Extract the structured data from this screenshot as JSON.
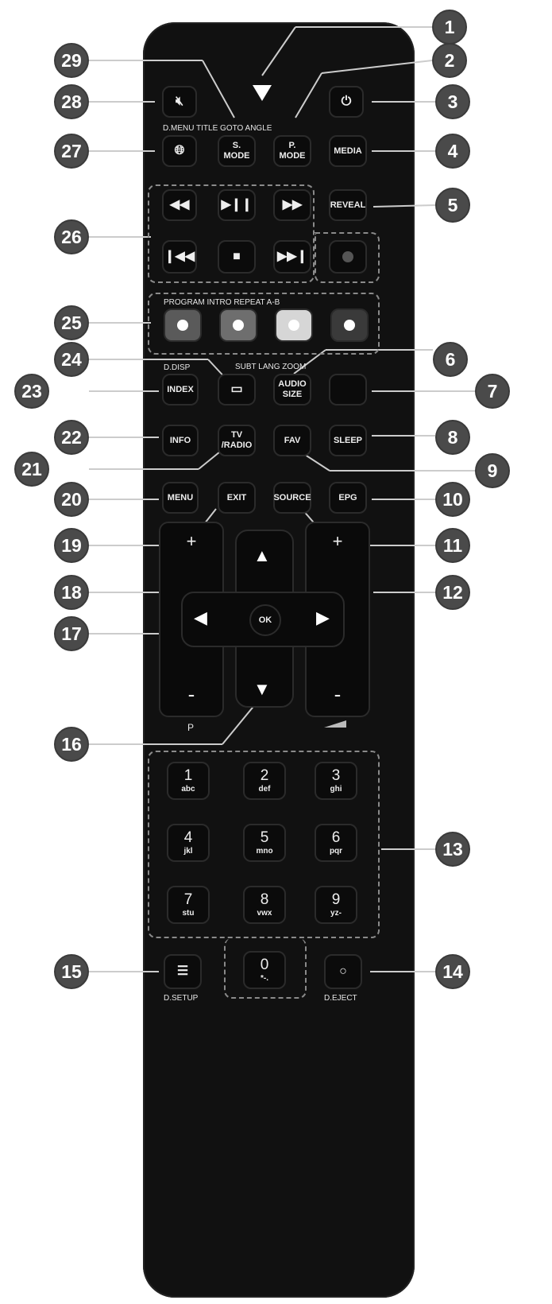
{
  "callouts": [
    "1",
    "2",
    "3",
    "4",
    "5",
    "6",
    "7",
    "8",
    "9",
    "10",
    "11",
    "12",
    "13",
    "14",
    "15",
    "16",
    "17",
    "18",
    "19",
    "20",
    "21",
    "22",
    "23",
    "24",
    "25",
    "26",
    "27",
    "28",
    "29"
  ],
  "row_labels": {
    "dmenu": "D.MENU TITLE GOTO ANGLE",
    "program": "PROGRAM INTRO REPEAT A-B",
    "ddisp": "D.DISP",
    "subt": "SUBT LANG ZOOM"
  },
  "buttons": {
    "mute_icon": "mute-icon",
    "power_icon": "power-icon",
    "s_mode": [
      "S.",
      "MODE"
    ],
    "p_mode": [
      "P.",
      "MODE"
    ],
    "media": "MEDIA",
    "reveal": "REVEAL",
    "index": "INDEX",
    "audio_size": "AUDIO SIZE",
    "info": "INFO",
    "tv_radio": [
      "TV",
      "/RADIO"
    ],
    "fav": "FAV",
    "sleep": "SLEEP",
    "menu": "MENU",
    "exit": "EXIT",
    "source": "SOURCE",
    "epg": "EPG",
    "ok": "OK",
    "plus": "+",
    "minus": "-",
    "p_label": "P",
    "d_setup": "D.SETUP",
    "d_eject": "D.EJECT"
  },
  "playback_glyphs": [
    "◀◀",
    "▶❙❙",
    "▶▶",
    "❙◀◀",
    "■",
    "▶▶❙"
  ],
  "keypad": [
    {
      "digit": "1",
      "letters": "abc"
    },
    {
      "digit": "2",
      "letters": "def"
    },
    {
      "digit": "3",
      "letters": "ghi"
    },
    {
      "digit": "4",
      "letters": "jkl"
    },
    {
      "digit": "5",
      "letters": "mno"
    },
    {
      "digit": "6",
      "letters": "pqr"
    },
    {
      "digit": "7",
      "letters": "stu"
    },
    {
      "digit": "8",
      "letters": "vwx"
    },
    {
      "digit": "9",
      "letters": "yz-"
    },
    {
      "digit": "0",
      "letters": "*-."
    }
  ],
  "colors": {
    "callout_bg": "#4a4a4a",
    "remote_body": "#111111",
    "dash": "#8a8a8a"
  }
}
